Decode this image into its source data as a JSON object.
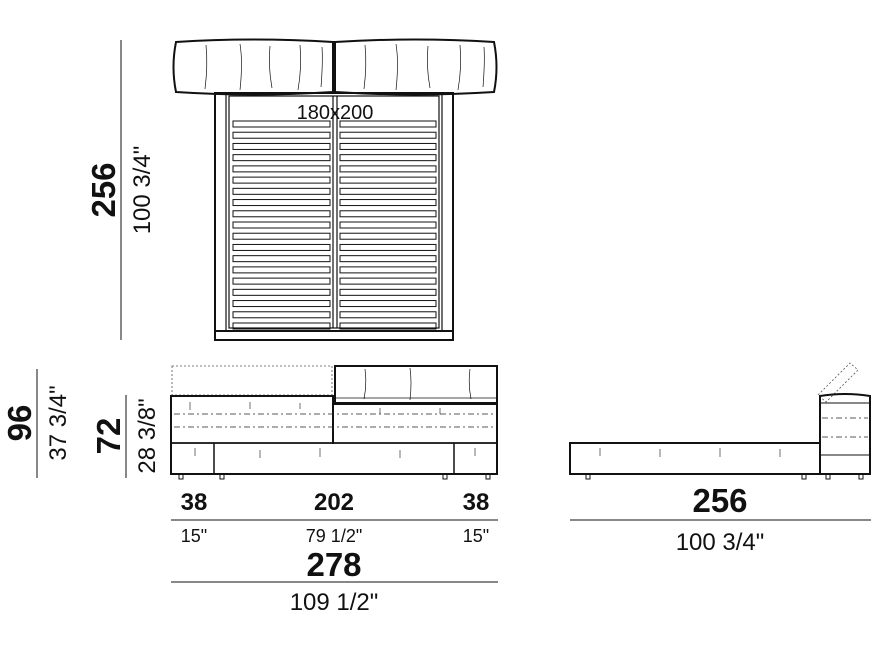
{
  "top_view": {
    "mattress_label": "180x200",
    "depth_cm": "256",
    "depth_in": "100 3/4\""
  },
  "front_view": {
    "total_height_cm": "96",
    "total_height_in": "37 3/4\"",
    "seat_height_cm": "72",
    "seat_height_in": "28 3/8\"",
    "left_width_cm": "38",
    "left_width_in": "15\"",
    "middle_width_cm": "202",
    "middle_width_in": "79 1/2\"",
    "right_width_cm": "38",
    "right_width_in": "15\"",
    "total_width_cm": "278",
    "total_width_in": "109 1/2\""
  },
  "side_view": {
    "length_cm": "256",
    "length_in": "100 3/4\""
  }
}
